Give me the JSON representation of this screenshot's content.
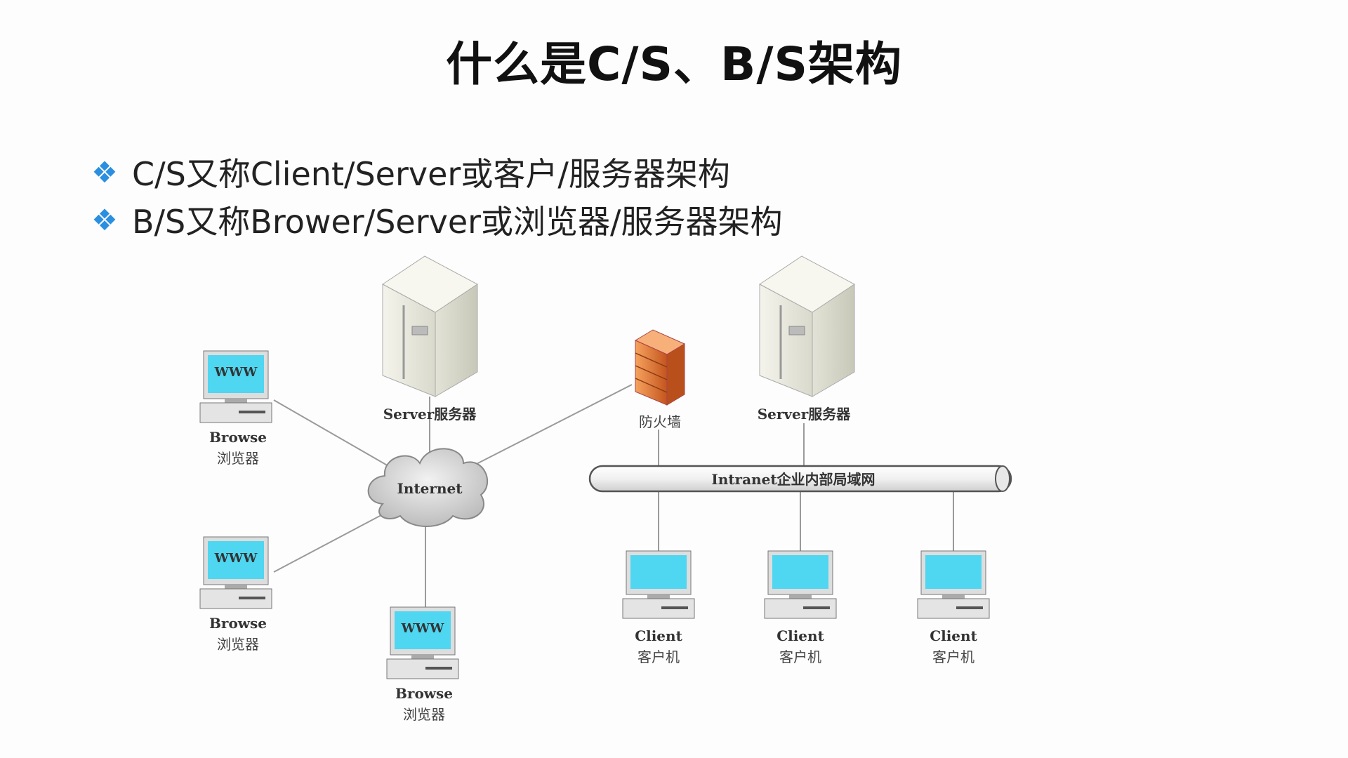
{
  "slide": {
    "title": "什么是C/S、B/S架构",
    "bullets": [
      {
        "text": "C/S又称Client/Server或客户/服务器架构"
      },
      {
        "text": "B/S又称Brower/Server或浏览器/服务器架构"
      }
    ]
  },
  "diagram": {
    "server_left_label": "Server服务器",
    "server_right_label": "Server服务器",
    "firewall_label": "防火墙",
    "internet_label": "Internet",
    "intranet_label": "Intranet企业内部局域网",
    "monitor_text": "WWW",
    "browsers": [
      {
        "line1": "Browse",
        "line2": "浏览器"
      },
      {
        "line1": "Browse",
        "line2": "浏览器"
      },
      {
        "line1": "Browse",
        "line2": "浏览器"
      }
    ],
    "clients": [
      {
        "line1": "Client",
        "line2": "客户机"
      },
      {
        "line1": "Client",
        "line2": "客户机"
      },
      {
        "line1": "Client",
        "line2": "客户机"
      }
    ]
  },
  "colors": {
    "bullet_mark": "#2b8fe0",
    "screen": "#4fd6f0",
    "firewall": "#e07a3a"
  }
}
